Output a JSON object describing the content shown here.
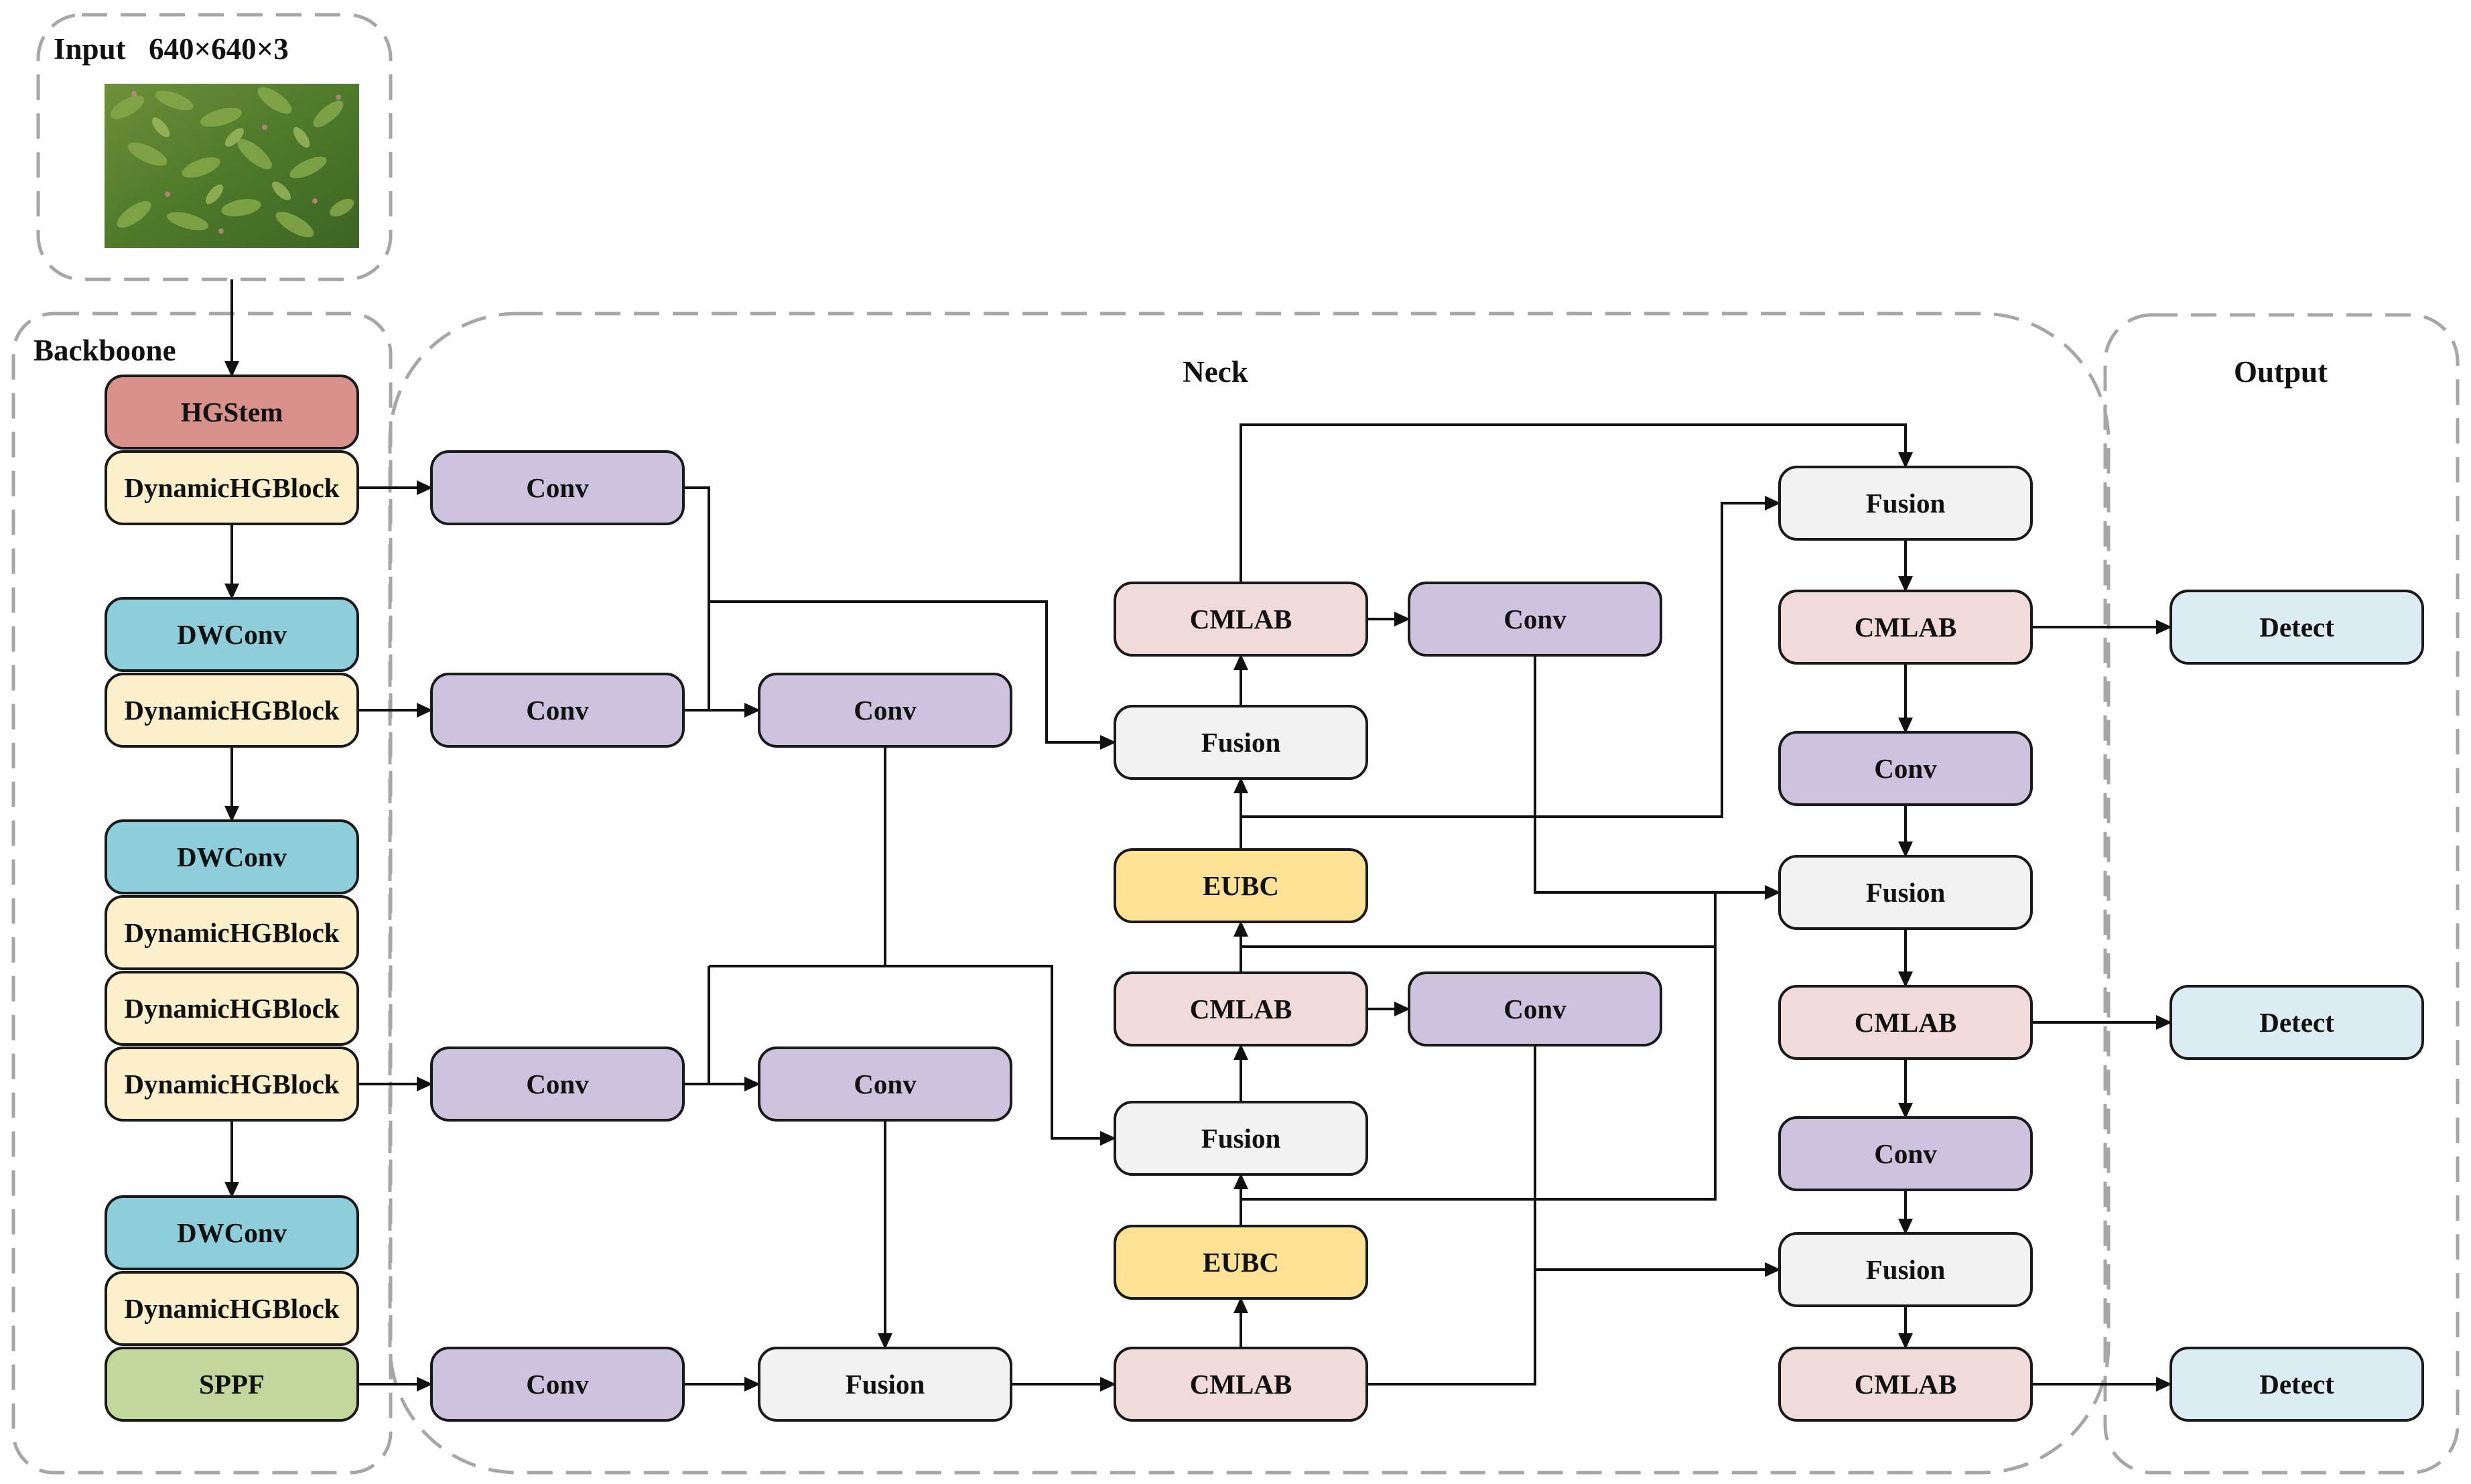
{
  "input": {
    "label": "Input",
    "size": "640×640×3"
  },
  "sections": {
    "backbone": "Backboone",
    "neck": "Neck",
    "output": "Output"
  },
  "colors": {
    "hgstem": "#d9918b",
    "dynamic_hg_block": "#fcefcc",
    "dwconv": "#8ecdda",
    "sppf": "#c1d79b",
    "conv": "#cdc3de",
    "fusion": "#f2f2f2",
    "cmlab": "#f1dbda",
    "eubc": "#fde295",
    "detect": "#dbedf3",
    "stroke": "#1a1a1a",
    "dash": "#a6a6a6"
  },
  "nodes": {
    "hgstem": "HGStem",
    "dhgb1": "DynamicHGBlock",
    "dwconv1": "DWConv",
    "dhgb2": "DynamicHGBlock",
    "dwconv2": "DWConv",
    "dhgb3": "DynamicHGBlock",
    "dhgb4": "DynamicHGBlock",
    "dhgb5": "DynamicHGBlock",
    "dwconv3": "DWConv",
    "dhgb6": "DynamicHGBlock",
    "sppf": "SPPF",
    "conv_a1": "Conv",
    "conv_a2": "Conv",
    "conv_a3": "Conv",
    "conv_a4": "Conv",
    "conv_b2": "Conv",
    "conv_b3": "Conv",
    "fusion_b4": "Fusion",
    "cmlab_c1": "CMLAB",
    "fusion_c2": "Fusion",
    "eubc_c3": "EUBC",
    "cmlab_c4": "CMLAB",
    "fusion_c5": "Fusion",
    "eubc_c6": "EUBC",
    "cmlab_c7": "CMLAB",
    "conv_d1": "Conv",
    "conv_d4": "Conv",
    "fusion_e1": "Fusion",
    "cmlab_e2": "CMLAB",
    "conv_e3": "Conv",
    "fusion_e4": "Fusion",
    "cmlab_e5": "CMLAB",
    "conv_e6": "Conv",
    "fusion_e7": "Fusion",
    "cmlab_e8": "CMLAB",
    "detect1": "Detect",
    "detect2": "Detect",
    "detect3": "Detect"
  }
}
